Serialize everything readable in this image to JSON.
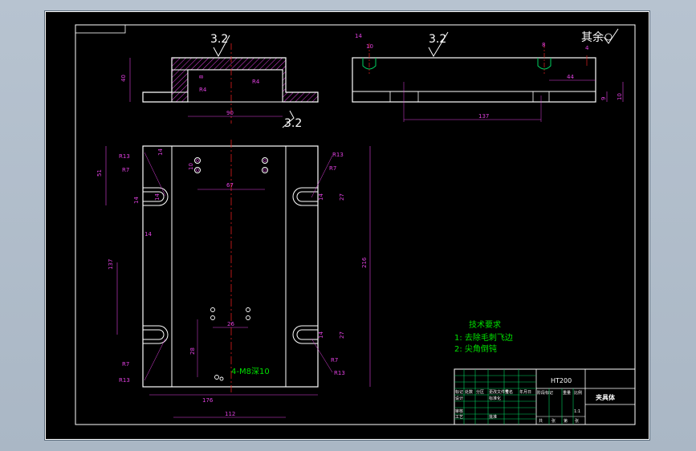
{
  "roughness": {
    "front_top": "3.2",
    "front_bottom": "3.2",
    "side_top": "3.2",
    "other": "其余"
  },
  "dims_front": {
    "height": "40",
    "width": "90",
    "r4a": "R4",
    "r4b": "R4",
    "h8": "8"
  },
  "dims_side": {
    "d14": "14",
    "d10": "10",
    "d8": "8",
    "d4": "4",
    "d44": "44",
    "d137": "137",
    "d9": "9",
    "d10b": "10"
  },
  "dims_plan": {
    "r13_tl": "R13",
    "r7_tl": "R7",
    "d51": "51",
    "d14_tl": "14",
    "d14_top": "14",
    "d10_top": "10",
    "d67": "67",
    "r13_tr": "R13",
    "r7_tr": "R7",
    "d14_tr": "14",
    "d27_tr": "27",
    "d216": "216",
    "d137": "137",
    "d14_l": "14",
    "d14_bl": "14",
    "r7_bl": "R7",
    "r13_bl": "R13",
    "d14_br": "14",
    "d27_br": "27",
    "r7_br": "R7",
    "r13_br": "R13",
    "d26": "26",
    "d28": "28",
    "thread_note": "4-M8深10",
    "d176": "176",
    "d112": "112"
  },
  "tech": {
    "title": "技术要求",
    "items": [
      "1: 去除毛刺飞边",
      "2: 尖角倒钝"
    ]
  },
  "title_block": {
    "material": "HT200",
    "part_name": "夹具体",
    "cells": [
      "标记",
      "处数",
      "分区",
      "更改文件号",
      "签名",
      "年月日",
      "设计",
      "标准化",
      "阶段标记",
      "重量",
      "比例",
      "审核",
      "工艺",
      "批准",
      "共",
      "张",
      "第",
      "张",
      "1:1"
    ]
  }
}
